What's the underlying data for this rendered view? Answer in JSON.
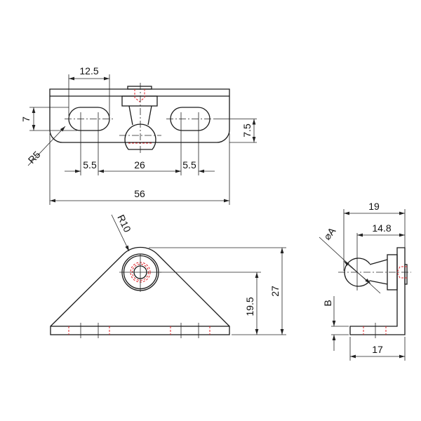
{
  "top_view": {
    "dim_slot_length": "12.5",
    "dim_slot_width": "7",
    "dim_radius_corner": "R5",
    "dim_slot_offset": "7.5",
    "dim_left_gap": "5.5",
    "dim_center_gap": "26",
    "dim_right_gap": "5.5",
    "dim_total_length": "56"
  },
  "front_view": {
    "dim_radius_top": "R10",
    "dim_hole_height": "19.5",
    "dim_total_height": "27"
  },
  "side_view": {
    "dim_total_depth": "19",
    "dim_ball_offset": "14.8",
    "dim_ball_diameter": "⌀A",
    "dim_thickness": "B",
    "dim_base_depth": "17"
  },
  "colors": {
    "line": "#1a1a1a",
    "hidden": "#e0242a"
  }
}
